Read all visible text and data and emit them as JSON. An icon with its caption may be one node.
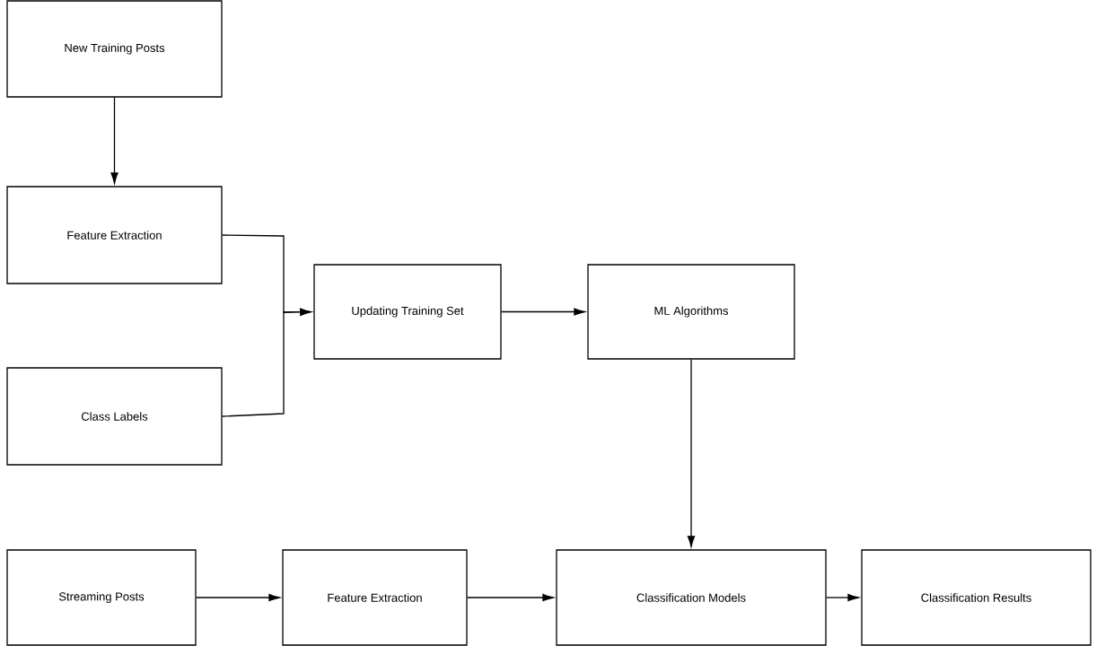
{
  "diagram": {
    "nodes": [
      {
        "text": [
          "New Training Posts"
        ]
      },
      {
        "text": [
          "Feature Extraction"
        ]
      },
      {
        "text": [
          "Class Labels"
        ]
      },
      {
        "text": [
          "Updating Training Set"
        ]
      },
      {
        "text": [
          "ML Algorithms"
        ]
      },
      {
        "text": [
          "Streaming Posts"
        ]
      },
      {
        "text": [
          "Feature Extraction"
        ]
      },
      {
        "text": [
          "Classification Models"
        ]
      },
      {
        "text": [
          "Classification Results"
        ]
      }
    ],
    "edges": [
      {
        "from": 0,
        "to": 1,
        "arrow": "to"
      },
      {
        "from": 1,
        "to": 3,
        "arrow": "to"
      },
      {
        "from": 2,
        "to": 3,
        "arrow": "to"
      },
      {
        "from": 3,
        "to": 4,
        "arrow": "to"
      },
      {
        "from": 4,
        "to": 7,
        "arrow": "to"
      },
      {
        "from": 5,
        "to": 6,
        "arrow": "to"
      },
      {
        "from": 6,
        "to": 7,
        "arrow": "to"
      },
      {
        "from": 7,
        "to": 8,
        "arrow": "to"
      }
    ]
  }
}
